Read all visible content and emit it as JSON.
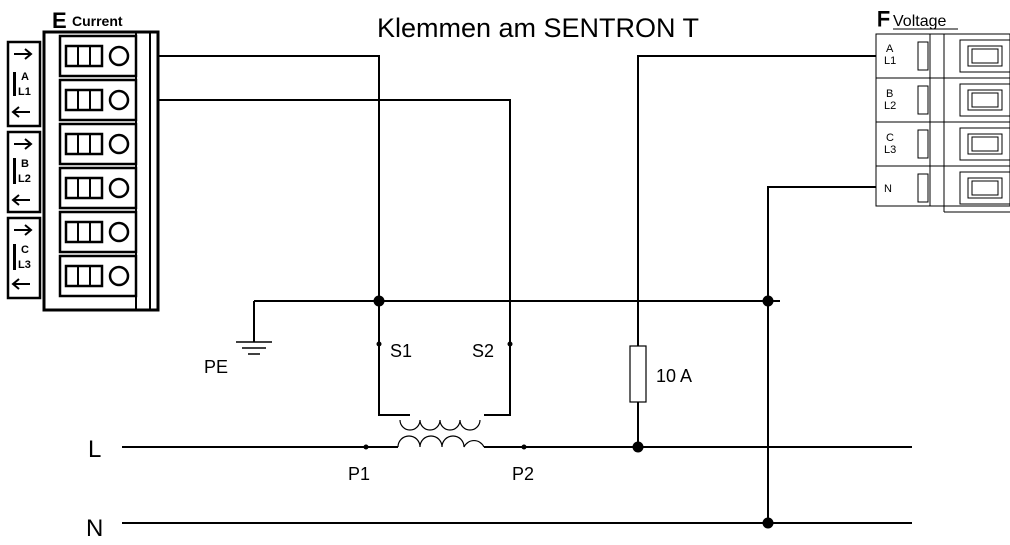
{
  "title": "Klemmen am SENTRON T",
  "current_block": {
    "letter": "E",
    "label": "Current",
    "phases": [
      {
        "top": "A",
        "bottom": "L1"
      },
      {
        "top": "B",
        "bottom": "L2"
      },
      {
        "top": "C",
        "bottom": "L3"
      }
    ]
  },
  "voltage_block": {
    "letter": "F",
    "label": "Voltage",
    "terminals": [
      {
        "top": "A",
        "bottom": "L1"
      },
      {
        "top": "B",
        "bottom": "L2"
      },
      {
        "top": "C",
        "bottom": "L3"
      },
      {
        "top": "N",
        "bottom": ""
      }
    ]
  },
  "labels": {
    "pe": "PE",
    "s1": "S1",
    "s2": "S2",
    "p1": "P1",
    "p2": "P2",
    "fuse": "10 A",
    "line_l": "L",
    "line_n": "N"
  }
}
